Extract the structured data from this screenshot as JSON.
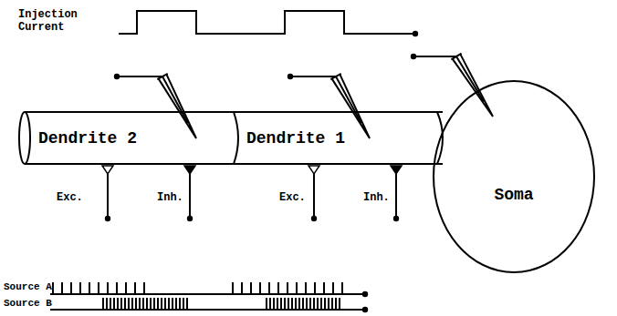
{
  "diagram": {
    "nodes": [
      {
        "text": [
          "Dendrite 2"
        ]
      },
      {
        "text": [
          "Dendrite 1"
        ]
      },
      {
        "text": [
          "Soma"
        ]
      }
    ],
    "labels": [
      "Injection Current",
      "Exc.",
      "Inh.",
      "Exc.",
      "Inh.",
      "Source A",
      "Source B"
    ]
  }
}
